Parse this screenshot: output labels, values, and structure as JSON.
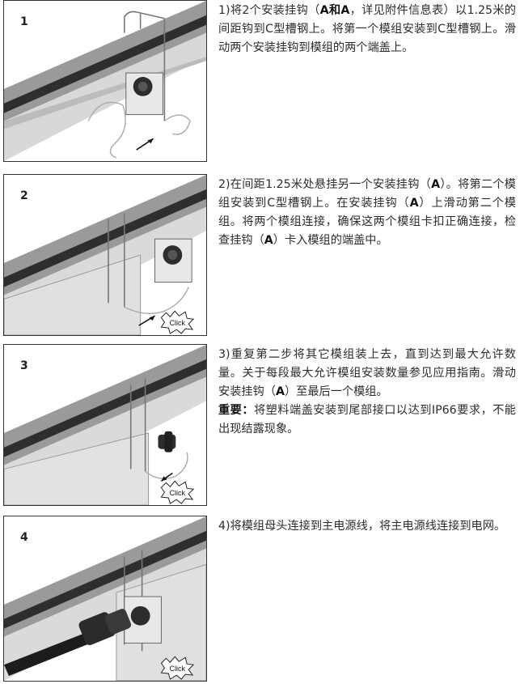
{
  "steps": [
    {
      "number": "1",
      "text_parts": [
        "1)将2个安装挂钩（",
        "A和A",
        "，详见附件信息表）以1.25米的间距钩到C型槽钢上。将第一个模组安装到C型槽钢上。滑动两个安装挂钩到模组的两个端盖上。"
      ]
    },
    {
      "number": "2",
      "text_parts": [
        "2)在间距1.25米处悬挂另一个安装挂钩（",
        "A",
        "）。将第二个模组安装到C型槽钢上。在安装挂钩（",
        "A",
        "）上滑动第二个模组。将两个模组连接，确保这两个模组卡扣正确连接，检查挂钩（",
        "A",
        "）卡入模组的端盖中。"
      ],
      "click_label": "Click"
    },
    {
      "number": "3",
      "text_parts": [
        "3)重复第二步将其它模组装上去，直到达到最大允许数量。关于每段最大允许模组安装数量参见应用指南。滑动安装挂钩（",
        "A",
        "）至最后一个模组。"
      ],
      "note_label": "重要：",
      "note_text": "将塑料端盖安装到尾部接口以达到IP66要求，不能出现结露现象。",
      "click_label": "Click"
    },
    {
      "number": "4",
      "text_parts": [
        "4)将模组母头连接到主电源线，将主电源线连接到电网。"
      ],
      "click_label": "Click"
    }
  ],
  "colors": {
    "rail_dark": "#3a3a3a",
    "rail_mid": "#8a8a8a",
    "module_light": "#dcdcdc",
    "module_shadow": "#b5b5b5"
  }
}
